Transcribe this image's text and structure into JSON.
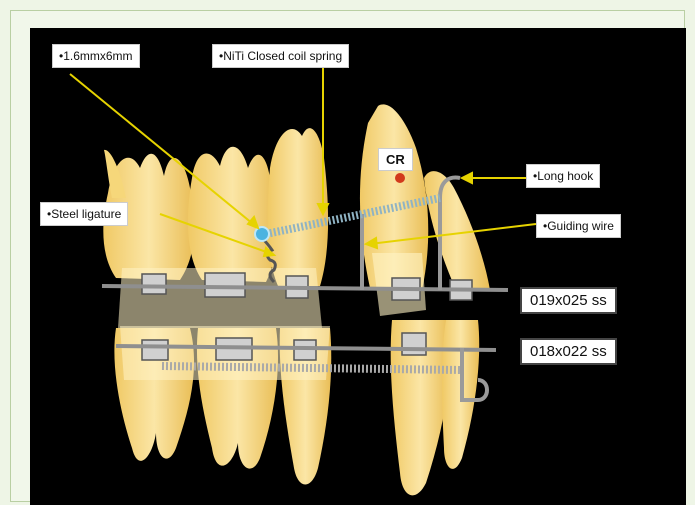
{
  "labels": {
    "screw": "•1.6mmx6mm",
    "coil": "•NiTi Closed coil spring",
    "ligature": "•Steel ligature",
    "cr": "CR",
    "hook": "•Long hook",
    "guide": "•Guiding wire",
    "upper_wire": "019x025 ss",
    "lower_wire": "018x022 ss"
  },
  "colors": {
    "background": "#000000",
    "tooth": "#f6d77a",
    "tooth_highlight": "#fff3c4",
    "leader": "#e6d300",
    "bracket": "#c8c8c8",
    "wire": "#9a9a9a",
    "screw": "#4bb3e0",
    "center_of_resistance": "#d23a1c"
  }
}
